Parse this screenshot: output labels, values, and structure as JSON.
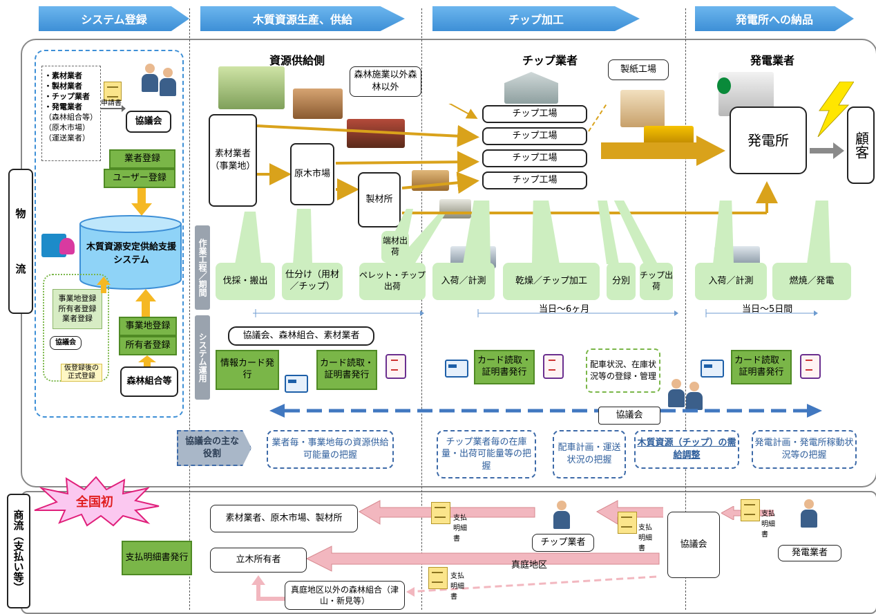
{
  "headers": {
    "system": "システム登録",
    "supply": "木質資源生産、供給",
    "chip": "チップ加工",
    "delivery": "発電所への納品"
  },
  "left_labels": {
    "logistics": [
      "物",
      "流"
    ],
    "commerce": "商流（支払い等）",
    "work_process": "作業工程／期間",
    "system_ops": "システム運用"
  },
  "system": {
    "participants": {
      "bold": [
        "・素材業者",
        "・製材業者",
        "・チップ業者",
        "・発電業者"
      ],
      "plain": [
        "（森林組合等）",
        "（原木市場）",
        "（運送業者）"
      ]
    },
    "application": "申請書",
    "council": "協議会",
    "business_registration": "業者登録",
    "user_registration": "ユーザー登録",
    "system_name": "木質資源安定供給支援システム",
    "provisional_list": [
      "事業地登録",
      "所有者登録",
      "業者登録"
    ],
    "provisional_council": "協議会",
    "provisional_note": "仮登録後の正式登録",
    "site_registration": "事業地登録",
    "owner_registration": "所有者登録",
    "forest_union": "森林組合等"
  },
  "sections": {
    "supply_side": "資源供給側",
    "chip_business": "チップ業者",
    "generator": "発電業者"
  },
  "flow": {
    "material": "素材業者（事業地）",
    "log_market": "原木市場",
    "sawmill": "製材所",
    "non_forest": "森林施業以外森林以外",
    "chip_factories": [
      "チップ工場",
      "チップ工場",
      "チップ工場",
      "チップ工場"
    ],
    "paper_mill": "製紙工場",
    "power_plant": "発電所",
    "customer": "顧客"
  },
  "processes": {
    "cutting": "伐採・搬出",
    "sorting": "仕分け（用材／チップ）",
    "offcut": "端材出荷",
    "pellet": "ペレット・チップ出荷",
    "intake1": "入荷／計測",
    "drying": "乾燥／チップ加工",
    "separation": "分別",
    "chip_ship": "チップ出荷",
    "intake2": "入荷／計測",
    "combustion": "燃焼／発電"
  },
  "periods": {
    "chip": "当日～6ヶ月",
    "power": "当日～5日間"
  },
  "ops": {
    "speech": "協議会、森林組合、素材業者",
    "info_card": "情報カード発行",
    "card_read": "カード読取・証明書発行",
    "dispatch": "配車状況、在庫状況等の登録・管理",
    "council_bar": "協議会"
  },
  "roles": {
    "label": "協議会の主な役割",
    "items": [
      "業者毎・事業地毎の資源供給可能量の把握",
      "チップ業者毎の在庫量・出荷可能量等の把握",
      "配車計画・運送状況の把握",
      "木質資源（チップ）の需給調整",
      "発電計画・発電所稼動状況等の把握"
    ]
  },
  "commerce": {
    "badge": "全国初",
    "payees": "素材業者、原木市場、製材所",
    "payment_statement_issue": "支払明細書発行",
    "owner": "立木所有者",
    "other_union": "真庭地区以外の森林組合（津山・新見等）",
    "chip_business": "チップ業者",
    "council": "協議会",
    "generator": "発電業者",
    "maniwa": "真庭地区",
    "statement": "支払明細書"
  },
  "colors": {
    "header": "#3d8fd6",
    "flow_arrow": "#d9a21b",
    "green": "#7ab648",
    "role_blue": "#2e5e9c",
    "pink_arrow": "#f2b7bf"
  }
}
